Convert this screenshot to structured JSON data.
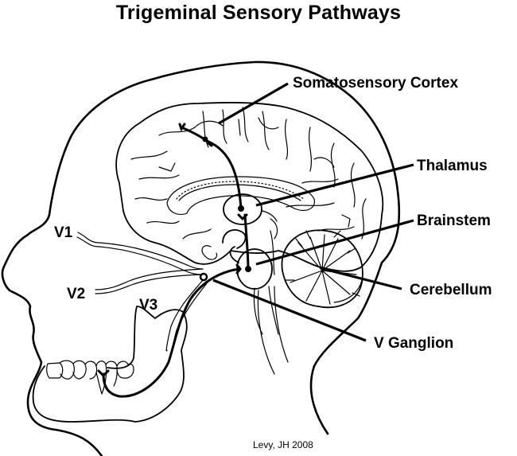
{
  "title": "Trigeminal Sensory Pathways",
  "labels": {
    "somatosensory_cortex": "Somatosensory Cortex",
    "thalamus": "Thalamus",
    "brainstem": "Brainstem",
    "cerebellum": "Cerebellum",
    "v_ganglion": "V Ganglion",
    "v1": "V1",
    "v2": "V2",
    "v3": "V3"
  },
  "credit": "Levy, JH 2008",
  "colors": {
    "ink": "#000000",
    "background": "#ffffff"
  }
}
